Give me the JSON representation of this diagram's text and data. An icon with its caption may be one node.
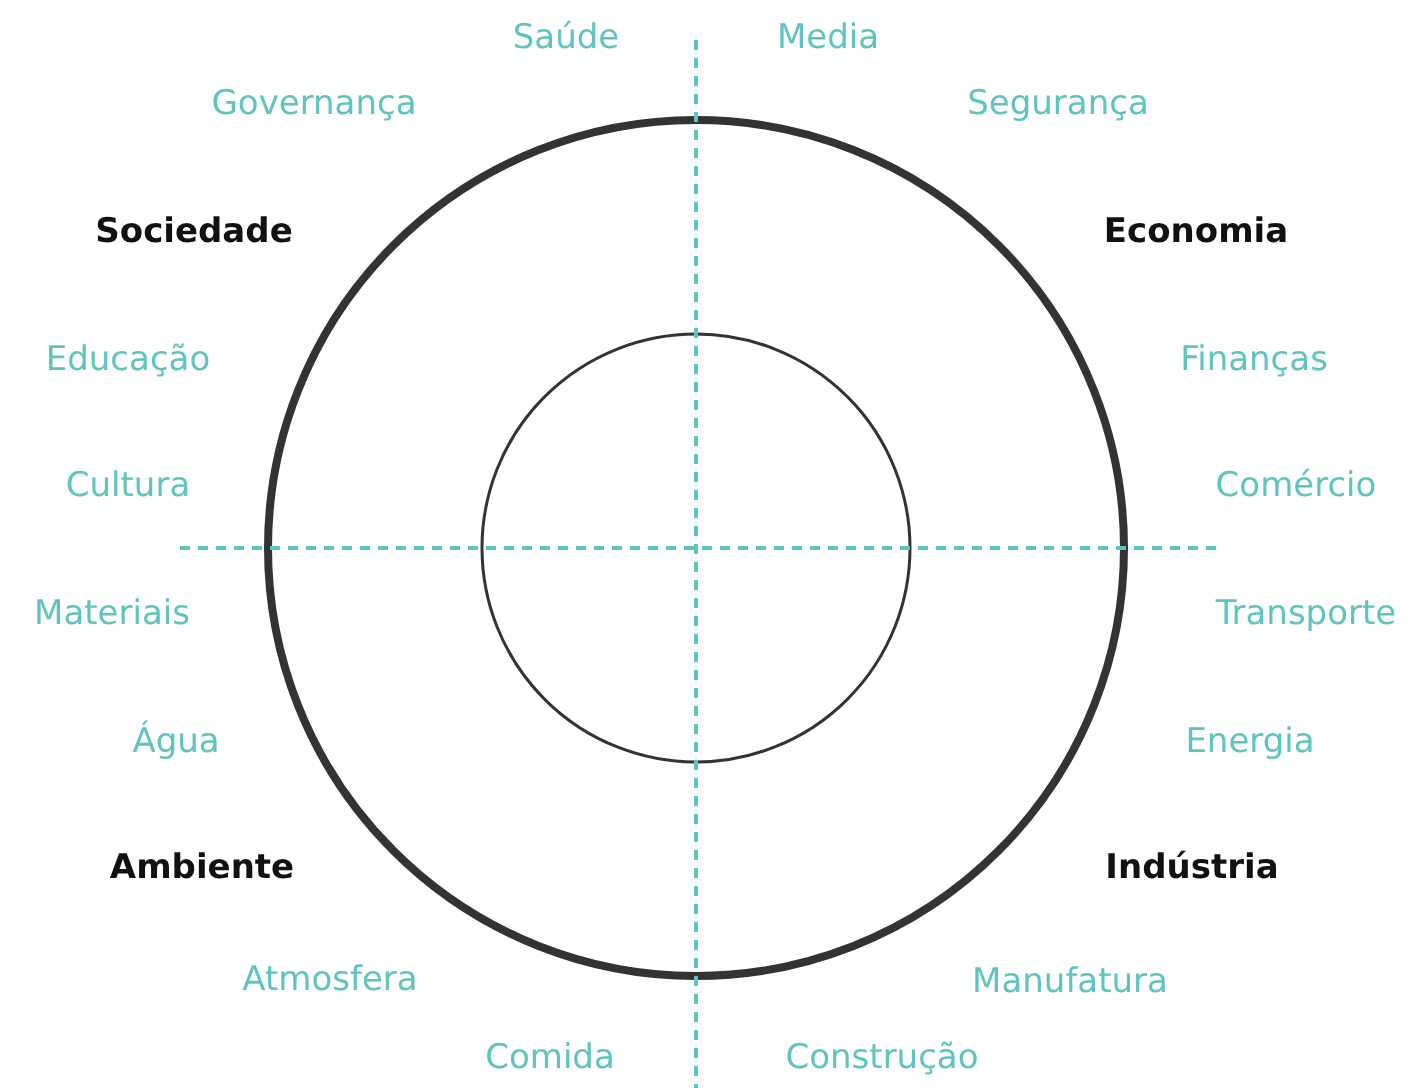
{
  "diagram": {
    "labels": [
      "Saúde",
      "Media",
      "Governança",
      "Segurança",
      "Sociedade",
      "Economia",
      "Educação",
      "Finanças",
      "Cultura",
      "Comércio",
      "Materiais",
      "Transporte",
      "Água",
      "Energia",
      "Ambiente",
      "Indústria",
      "Atmosfera",
      "Manufatura",
      "Comida",
      "Construção"
    ]
  }
}
